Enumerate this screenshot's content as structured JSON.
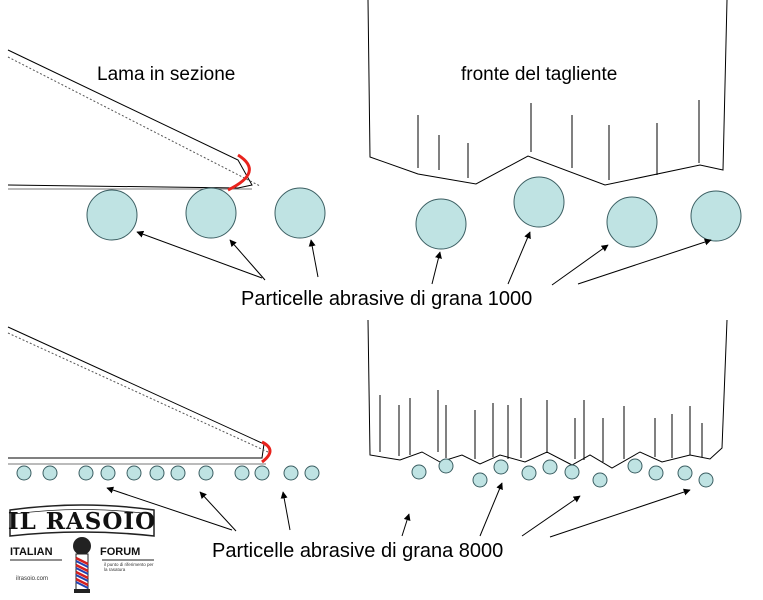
{
  "labels": {
    "blade_section": "Lama in sezione",
    "edge_front": "fronte del tagliente",
    "caption_1000": "Particelle abrasive di grana 1000",
    "caption_8000": "Particelle abrasive di grana 8000"
  },
  "logo": {
    "title": "IL RASOIO",
    "left_word": "ITALIAN",
    "right_word": "FORUM",
    "url": "ilrasoio.com",
    "tagline": "il punto di riferimento per la rasatura",
    "icon": "barber-pole-icon"
  },
  "colors": {
    "particle_fill": "#bfe3e3",
    "particle_stroke": "#3b5e62",
    "highlight": "#e8231d",
    "line": "#000000"
  }
}
